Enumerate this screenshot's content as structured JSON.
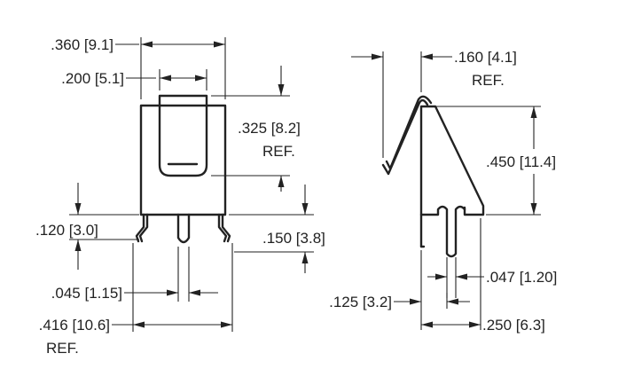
{
  "dimensions": {
    "d360": ".360 [9.1]",
    "d200": ".200 [5.1]",
    "d325": ".325 [8.2]",
    "d325_ref": "REF.",
    "d120": ".120 [3.0]",
    "d150": ".150 [3.8]",
    "d045": ".045 [1.15]",
    "d416": ".416 [10.6]",
    "d416_ref": "REF.",
    "d160": ".160 [4.1]",
    "d160_ref": "REF.",
    "d450": ".450 [11.4]",
    "d047": ".047 [1.20]",
    "d125": ".125 [3.2]",
    "d250": ".250 [6.3]"
  }
}
